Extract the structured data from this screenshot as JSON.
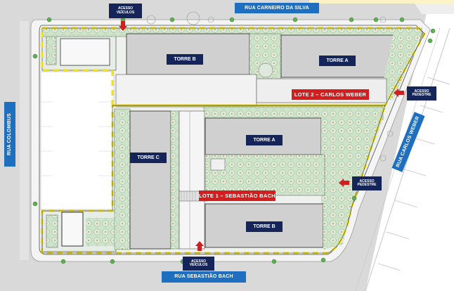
{
  "site_plan": {
    "streets": {
      "top": "RUA CARNEIRO DA SILVA",
      "bottom": "RUA SEBASTIÃO BACH",
      "left": "RUA COLOMBUS",
      "right": "RUA CARLOS WEBER"
    },
    "lots": {
      "lot1": "LOTE 1 – SEBASTIÃO BACH",
      "lot2": "LOTE 2 – CARLOS WEBER"
    },
    "towers": {
      "lot2_b": "TORRE B",
      "lot2_a": "TORRE A",
      "lot1_a": "TORRE A",
      "lot1_b": "TORRE B",
      "lot1_c": "TORRE C"
    },
    "access": {
      "vehicle_top": "ACESSO VEÍCULOS",
      "vehicle_bottom": "ACESSO VEÍCULOS",
      "pedestrian_lot2": "ACESSO PEDESTRE",
      "pedestrian_lot1": "ACESSO PEDESTRE"
    },
    "colors": {
      "street_label": "#1f6fc0",
      "tower_label": "#15255a",
      "lot_label": "#d21e1e",
      "access_arrow": "#d21e1e",
      "boundary_dash": "#f2e01a",
      "landscape": "#c9ddc4",
      "building": "#d0d0d0",
      "road": "#d9d9d9"
    }
  }
}
